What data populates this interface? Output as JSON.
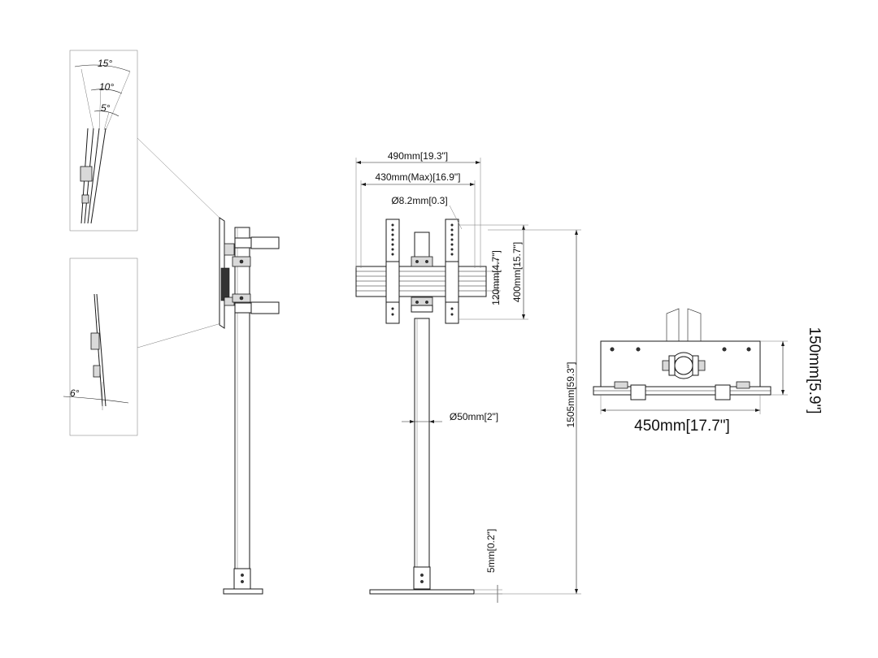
{
  "tilt_detail": {
    "angle_15": "15°",
    "angle_10": "10°",
    "angle_5": "5°"
  },
  "forward_tilt_detail": {
    "angle_6": "6°"
  },
  "front_view": {
    "width_490": "490mm[19.3\"]",
    "width_430": "430mm(Max)[16.9\"]",
    "hole_diameter": "Ø8.2mm[0.3]",
    "height_120": "120mm[4.7\"]",
    "height_400": "400mm[15.7\"]",
    "pole_diameter": "Ø50mm[2\"]",
    "base_thickness": "5mm[0.2\"]",
    "total_height": "1505mm[59.3\"]"
  },
  "top_view": {
    "width_450": "450mm[17.7\"]",
    "depth_150": "150mm[5.9\"]"
  }
}
